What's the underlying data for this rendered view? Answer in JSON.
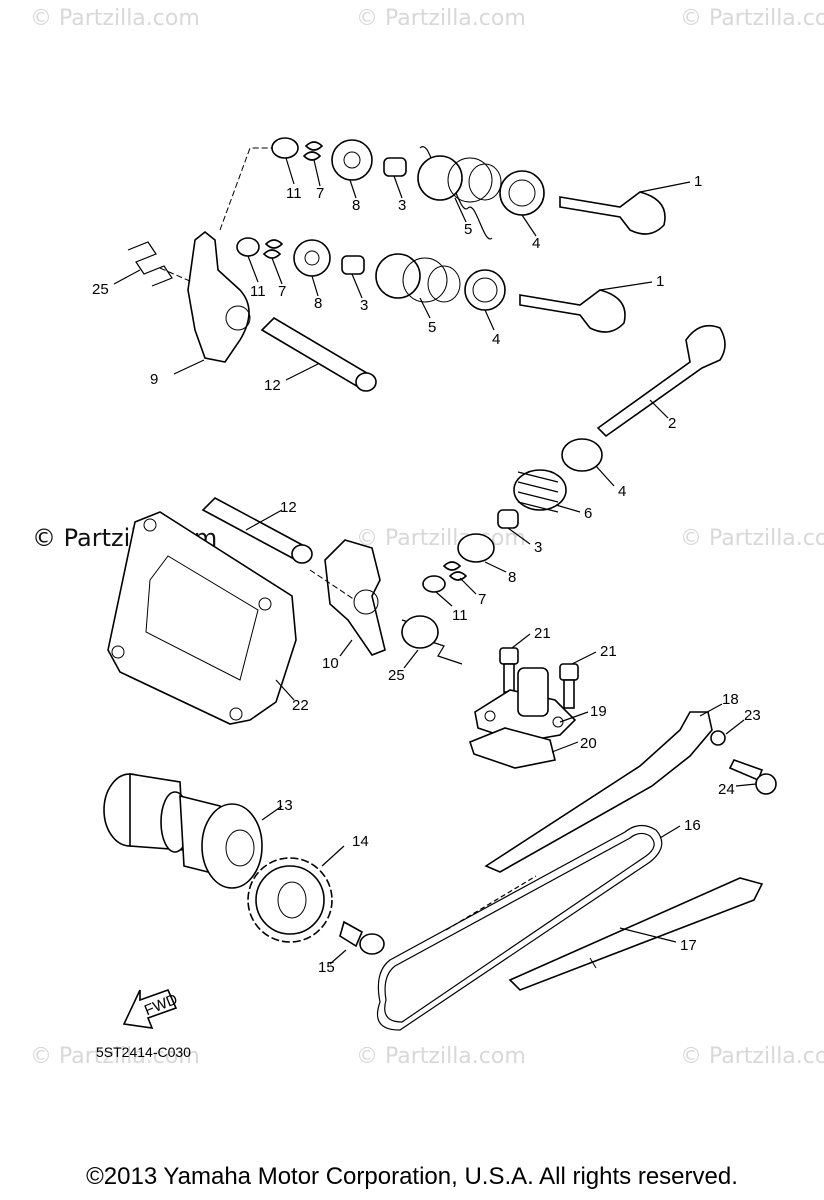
{
  "watermark": {
    "text": "© Partzilla.com",
    "text_dark": "© Partzilla.com"
  },
  "diagram_code": "5ST2414-C030",
  "fwd_label": "FWD",
  "copyright": "©2013  Yamaha Motor Corporation, U.S.A. All rights reserved.",
  "callouts": [
    {
      "id": "c1a",
      "label": "1"
    },
    {
      "id": "c1b",
      "label": "1"
    },
    {
      "id": "c2",
      "label": "2"
    },
    {
      "id": "c3a",
      "label": "3"
    },
    {
      "id": "c3b",
      "label": "3"
    },
    {
      "id": "c3c",
      "label": "3"
    },
    {
      "id": "c4a",
      "label": "4"
    },
    {
      "id": "c4b",
      "label": "4"
    },
    {
      "id": "c4c",
      "label": "4"
    },
    {
      "id": "c5a",
      "label": "5"
    },
    {
      "id": "c5b",
      "label": "5"
    },
    {
      "id": "c6",
      "label": "6"
    },
    {
      "id": "c7a",
      "label": "7"
    },
    {
      "id": "c7b",
      "label": "7"
    },
    {
      "id": "c7c",
      "label": "7"
    },
    {
      "id": "c8a",
      "label": "8"
    },
    {
      "id": "c8b",
      "label": "8"
    },
    {
      "id": "c8c",
      "label": "8"
    },
    {
      "id": "c9",
      "label": "9"
    },
    {
      "id": "c10",
      "label": "10"
    },
    {
      "id": "c11a",
      "label": "11"
    },
    {
      "id": "c11b",
      "label": "11"
    },
    {
      "id": "c11c",
      "label": "11"
    },
    {
      "id": "c12a",
      "label": "12"
    },
    {
      "id": "c12b",
      "label": "12"
    },
    {
      "id": "c13",
      "label": "13"
    },
    {
      "id": "c14",
      "label": "14"
    },
    {
      "id": "c15",
      "label": "15"
    },
    {
      "id": "c16",
      "label": "16"
    },
    {
      "id": "c17",
      "label": "17"
    },
    {
      "id": "c18",
      "label": "18"
    },
    {
      "id": "c19",
      "label": "19"
    },
    {
      "id": "c20",
      "label": "20"
    },
    {
      "id": "c21a",
      "label": "21"
    },
    {
      "id": "c21b",
      "label": "21"
    },
    {
      "id": "c22",
      "label": "22"
    },
    {
      "id": "c23",
      "label": "23"
    },
    {
      "id": "c24",
      "label": "24"
    },
    {
      "id": "c25a",
      "label": "25"
    },
    {
      "id": "c25b",
      "label": "25"
    }
  ]
}
